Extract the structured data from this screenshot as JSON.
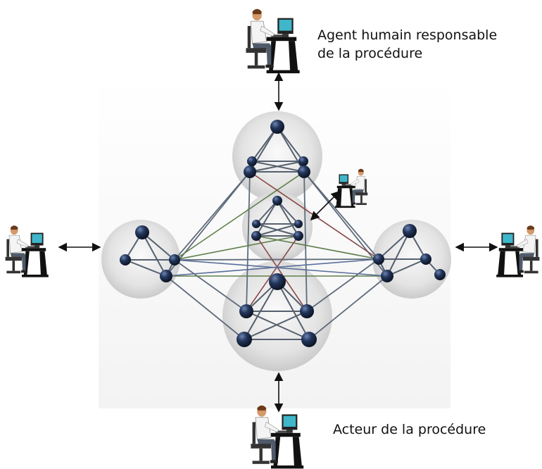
{
  "labels": {
    "top_line1": "Agent humain responsable",
    "top_line2": "de la procédure",
    "bottom": "Acteur de la procédure"
  },
  "colors": {
    "node": "#1b2a44",
    "edge": "#55606e",
    "edge_red": "#8a4a4a",
    "edge_green": "#5f7f4a",
    "edge_blue": "#5a6f9a",
    "sphere": "#d6d6d6"
  },
  "icons": [
    "person-at-computer-icon"
  ]
}
